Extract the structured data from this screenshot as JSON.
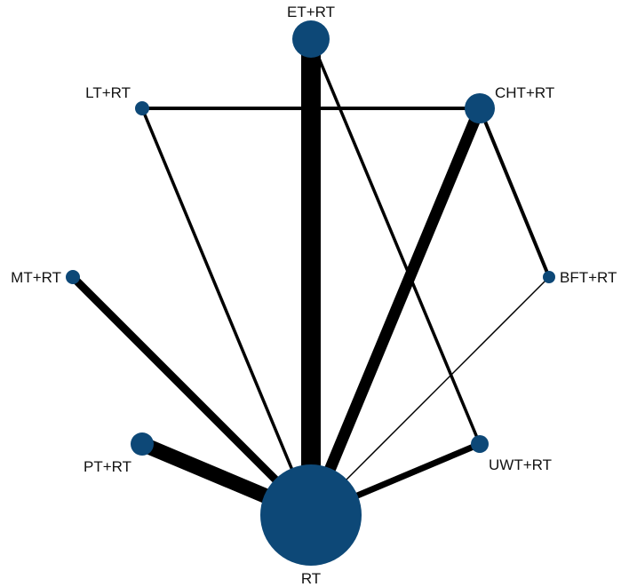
{
  "network": {
    "node_color": "#0d4877",
    "edge_color": "#000000",
    "nodes": [
      {
        "id": "ET+RT",
        "label": "ET+RT"
      },
      {
        "id": "LT+RT",
        "label": "LT+RT"
      },
      {
        "id": "CHT+RT",
        "label": "CHT+RT"
      },
      {
        "id": "MT+RT",
        "label": "MT+RT"
      },
      {
        "id": "BFT+RT",
        "label": "BFT+RT"
      },
      {
        "id": "PT+RT",
        "label": "PT+RT"
      },
      {
        "id": "UWT+RT",
        "label": "UWT+RT"
      },
      {
        "id": "RT",
        "label": "RT"
      }
    ],
    "edges": [
      {
        "source": "ET+RT",
        "target": "RT"
      },
      {
        "source": "ET+RT",
        "target": "UWT+RT"
      },
      {
        "source": "LT+RT",
        "target": "CHT+RT"
      },
      {
        "source": "LT+RT",
        "target": "RT"
      },
      {
        "source": "CHT+RT",
        "target": "RT"
      },
      {
        "source": "CHT+RT",
        "target": "BFT+RT"
      },
      {
        "source": "MT+RT",
        "target": "RT"
      },
      {
        "source": "BFT+RT",
        "target": "RT"
      },
      {
        "source": "PT+RT",
        "target": "RT"
      },
      {
        "source": "UWT+RT",
        "target": "RT"
      }
    ]
  }
}
